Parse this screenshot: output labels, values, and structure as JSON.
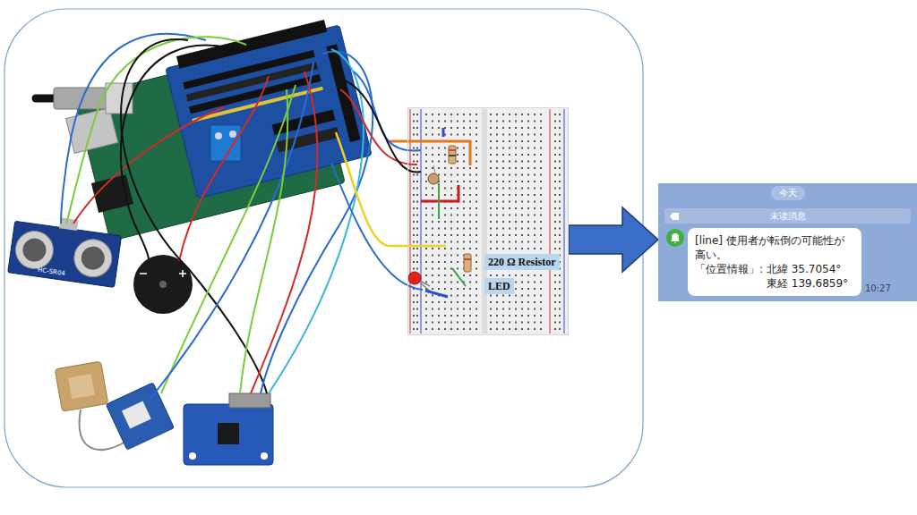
{
  "diagram": {
    "nodes": [
      {
        "text": []
      },
      {
        "text": [
          "220 Ω Resistor"
        ],
        "in": 0
      },
      {
        "text": [
          "LED"
        ],
        "in": 0
      },
      {
        "text": [
          "10:27"
        ]
      },
      {
        "text": [
          "今天"
        ],
        "in": 3
      },
      {
        "text": [
          "未读消息"
        ],
        "in": 3
      },
      {
        "text": [
          "[line] 使用者が転倒の可能性が高い。",
          "「位置情報」: 北緯 35.7054° 東経 139.6859°"
        ],
        "in": 3
      }
    ],
    "edges": [
      {
        "from": 0,
        "to": 3,
        "arrow": "to"
      }
    ],
    "labels": [
      "HC-SR04"
    ]
  }
}
